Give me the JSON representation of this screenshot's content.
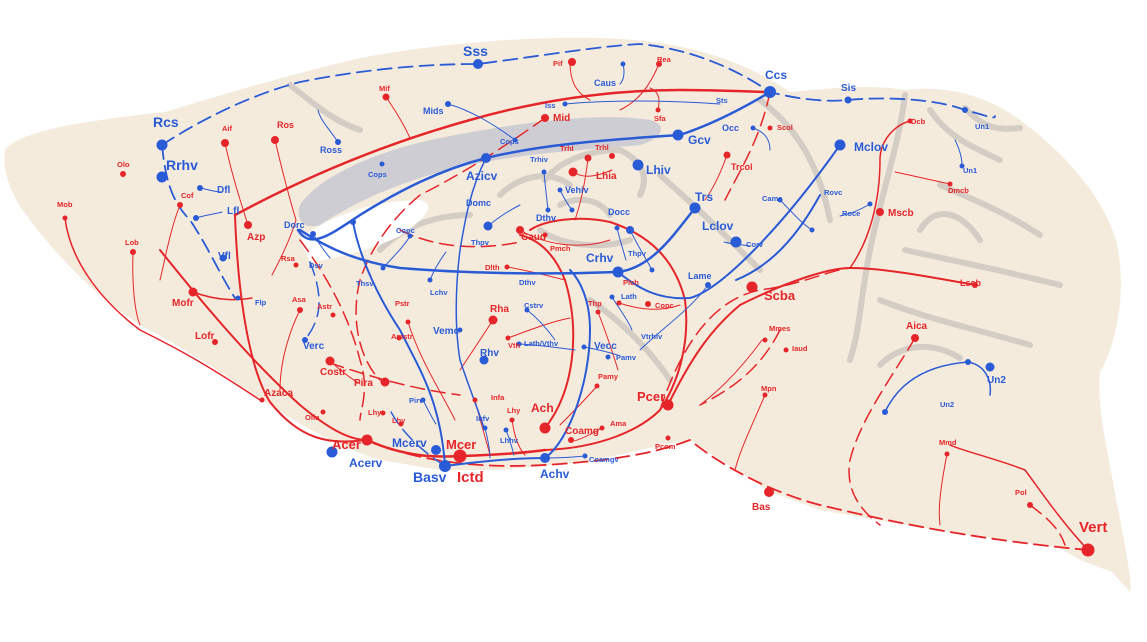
{
  "colors": {
    "artery": "#e5252a",
    "vein": "#2a5bd7",
    "tissue": "#f5ebdc",
    "fold": "#d3cdc5",
    "ventricle": "#cfcdd4"
  },
  "labels": {
    "sss": "Sss",
    "ccs": "Ccs",
    "sis": "Sis",
    "un1a": "Un1",
    "un1b": "Un1",
    "un2a": "Un2",
    "un2b": "Un2",
    "rcs": "Rcs",
    "rrhv": "Rrhv",
    "dfl": "Dfl",
    "lfl": "Lfl",
    "vfl": "Vfl",
    "flp": "Flp",
    "ross": "Ross",
    "mids": "Mids",
    "caus": "Caus",
    "iss": "Iss",
    "sts": "Sts",
    "cops1": "Cops",
    "cops2": "Cops",
    "occ": "Occ",
    "gcv": "Gcv",
    "lhiv": "Lhiv",
    "mclov": "Mclov",
    "trs": "Trs",
    "lclov": "Lclov",
    "corv": "Corv",
    "came": "Came",
    "rovc": "Rovc",
    "roce": "Roce",
    "lame": "Lame",
    "azicv": "Azicv",
    "domc": "Domc",
    "dorc": "Dorc",
    "dsv": "Dsv",
    "copc": "Copc",
    "lchv": "Lchv",
    "thsv": "Thsv",
    "trhiv": "Trhiv",
    "vehiv": "Vehiv",
    "dthv1": "Dthv",
    "dthv2": "Dthv",
    "thpv1": "Thpv",
    "thpv2": "Thpv",
    "crhv": "Crhv",
    "docc": "Docc",
    "lath": "Lath",
    "cstrv": "Cstrv",
    "lathvthv": "Lath/Vthv",
    "vtrhiv": "Vtrhiv",
    "vecc": "Vecc",
    "pamv": "Pamv",
    "rhv": "Rhv",
    "verc": "Verc",
    "vemc": "Vemc",
    "pirv": "Pirv",
    "mcerv": "Mcerv",
    "acerv": "Acerv",
    "basv": "Basv",
    "infv": "Infv",
    "lhhv": "Lhhv",
    "achv": "Achv",
    "coamgv": "Coamgv",
    "pif": "Pif",
    "rea": "Rea",
    "sfa": "Sfa",
    "mif": "Mif",
    "mid": "Mid",
    "aif": "Aif",
    "ros": "Ros",
    "scol": "Scol",
    "dcb": "Dcb",
    "dmcb": "Dmcb",
    "olo": "Olo",
    "cof": "Cof",
    "mob": "Mob",
    "lob": "Lob",
    "azp": "Azp",
    "mofr": "Mofr",
    "rsa": "Rsa",
    "lofr": "Lofr",
    "trhl1": "Trhl",
    "trhl2": "Trhl",
    "lhia": "Lhia",
    "trcol": "Trcol",
    "mscb": "Mscb",
    "caud": "Caud",
    "pmch": "Pmch",
    "dlth": "Dlth",
    "plch": "Plch",
    "lscb": "Lscb",
    "scba": "Scba",
    "asa": "Asa",
    "astr": "Astr",
    "pstr": "Pstr",
    "rha": "Rha",
    "thp": "Thp",
    "copc_a": "Copc",
    "mmes": "Mmes",
    "iaud": "Iaud",
    "aica": "Aica",
    "amstr": "Amstr",
    "vth": "Vth",
    "costr": "Costr",
    "pira": "Pira",
    "pamy": "Pamy",
    "mpn": "Mpn",
    "azaca": "Azaca",
    "infa": "Infa",
    "olfa": "Olfa",
    "lhy1": "Lhy",
    "lhy2": "Lhy",
    "lhy3": "Lhy",
    "ach": "Ach",
    "ama": "Ama",
    "coamg": "Coamg",
    "pcer": "Pcer",
    "pcom": "Pcom",
    "acer": "Acer",
    "mcer": "Mcer",
    "ictd": "Ictd",
    "bas": "Bas",
    "mmd": "Mmd",
    "pol": "Pol",
    "vert": "Vert"
  }
}
